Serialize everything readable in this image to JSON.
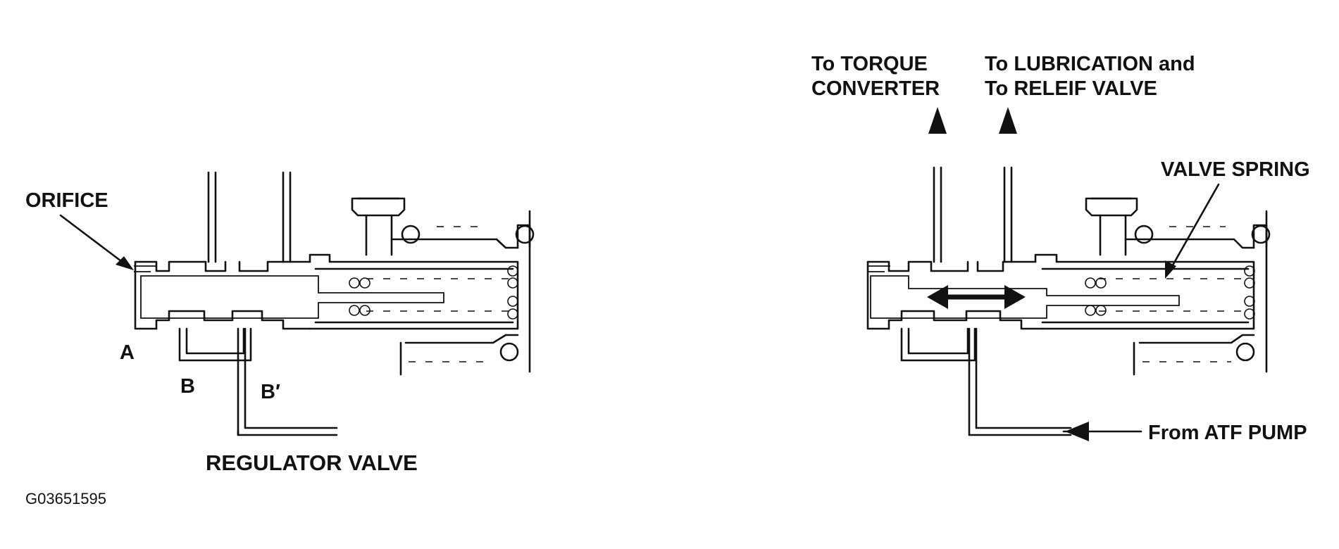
{
  "left": {
    "orifice_label": "ORIFICE",
    "port_a_label": "A",
    "port_b_label": "B",
    "port_b2_label": "B′",
    "title": "REGULATOR VALVE"
  },
  "right": {
    "torque_line1": "To TORQUE",
    "torque_line2": "CONVERTER",
    "lube_line1": "To LUBRICATION and",
    "lube_line2": "To RELEIF VALVE",
    "spring_label": "VALVE SPRING",
    "pump_label": "From ATF PUMP"
  },
  "figure_code": "G03651595"
}
